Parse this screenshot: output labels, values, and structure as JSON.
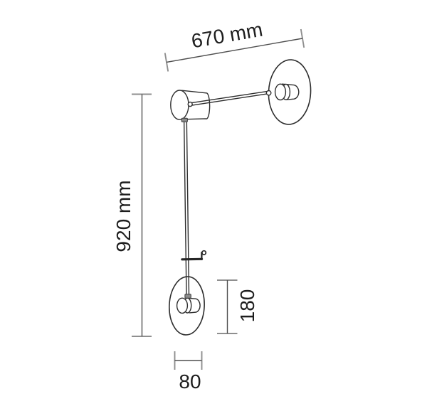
{
  "drawing": {
    "subject": "wall-lamp-dimension-drawing",
    "labels": {
      "width": "670 mm",
      "height": "920 mm",
      "head_height": "180",
      "base_width": "80"
    },
    "colors": {
      "background": "#ffffff",
      "outline": "#2e2e2e",
      "dimension_line": "#4f4f4f",
      "tick": "#8f8f8f",
      "text": "#1d1d1d"
    }
  }
}
